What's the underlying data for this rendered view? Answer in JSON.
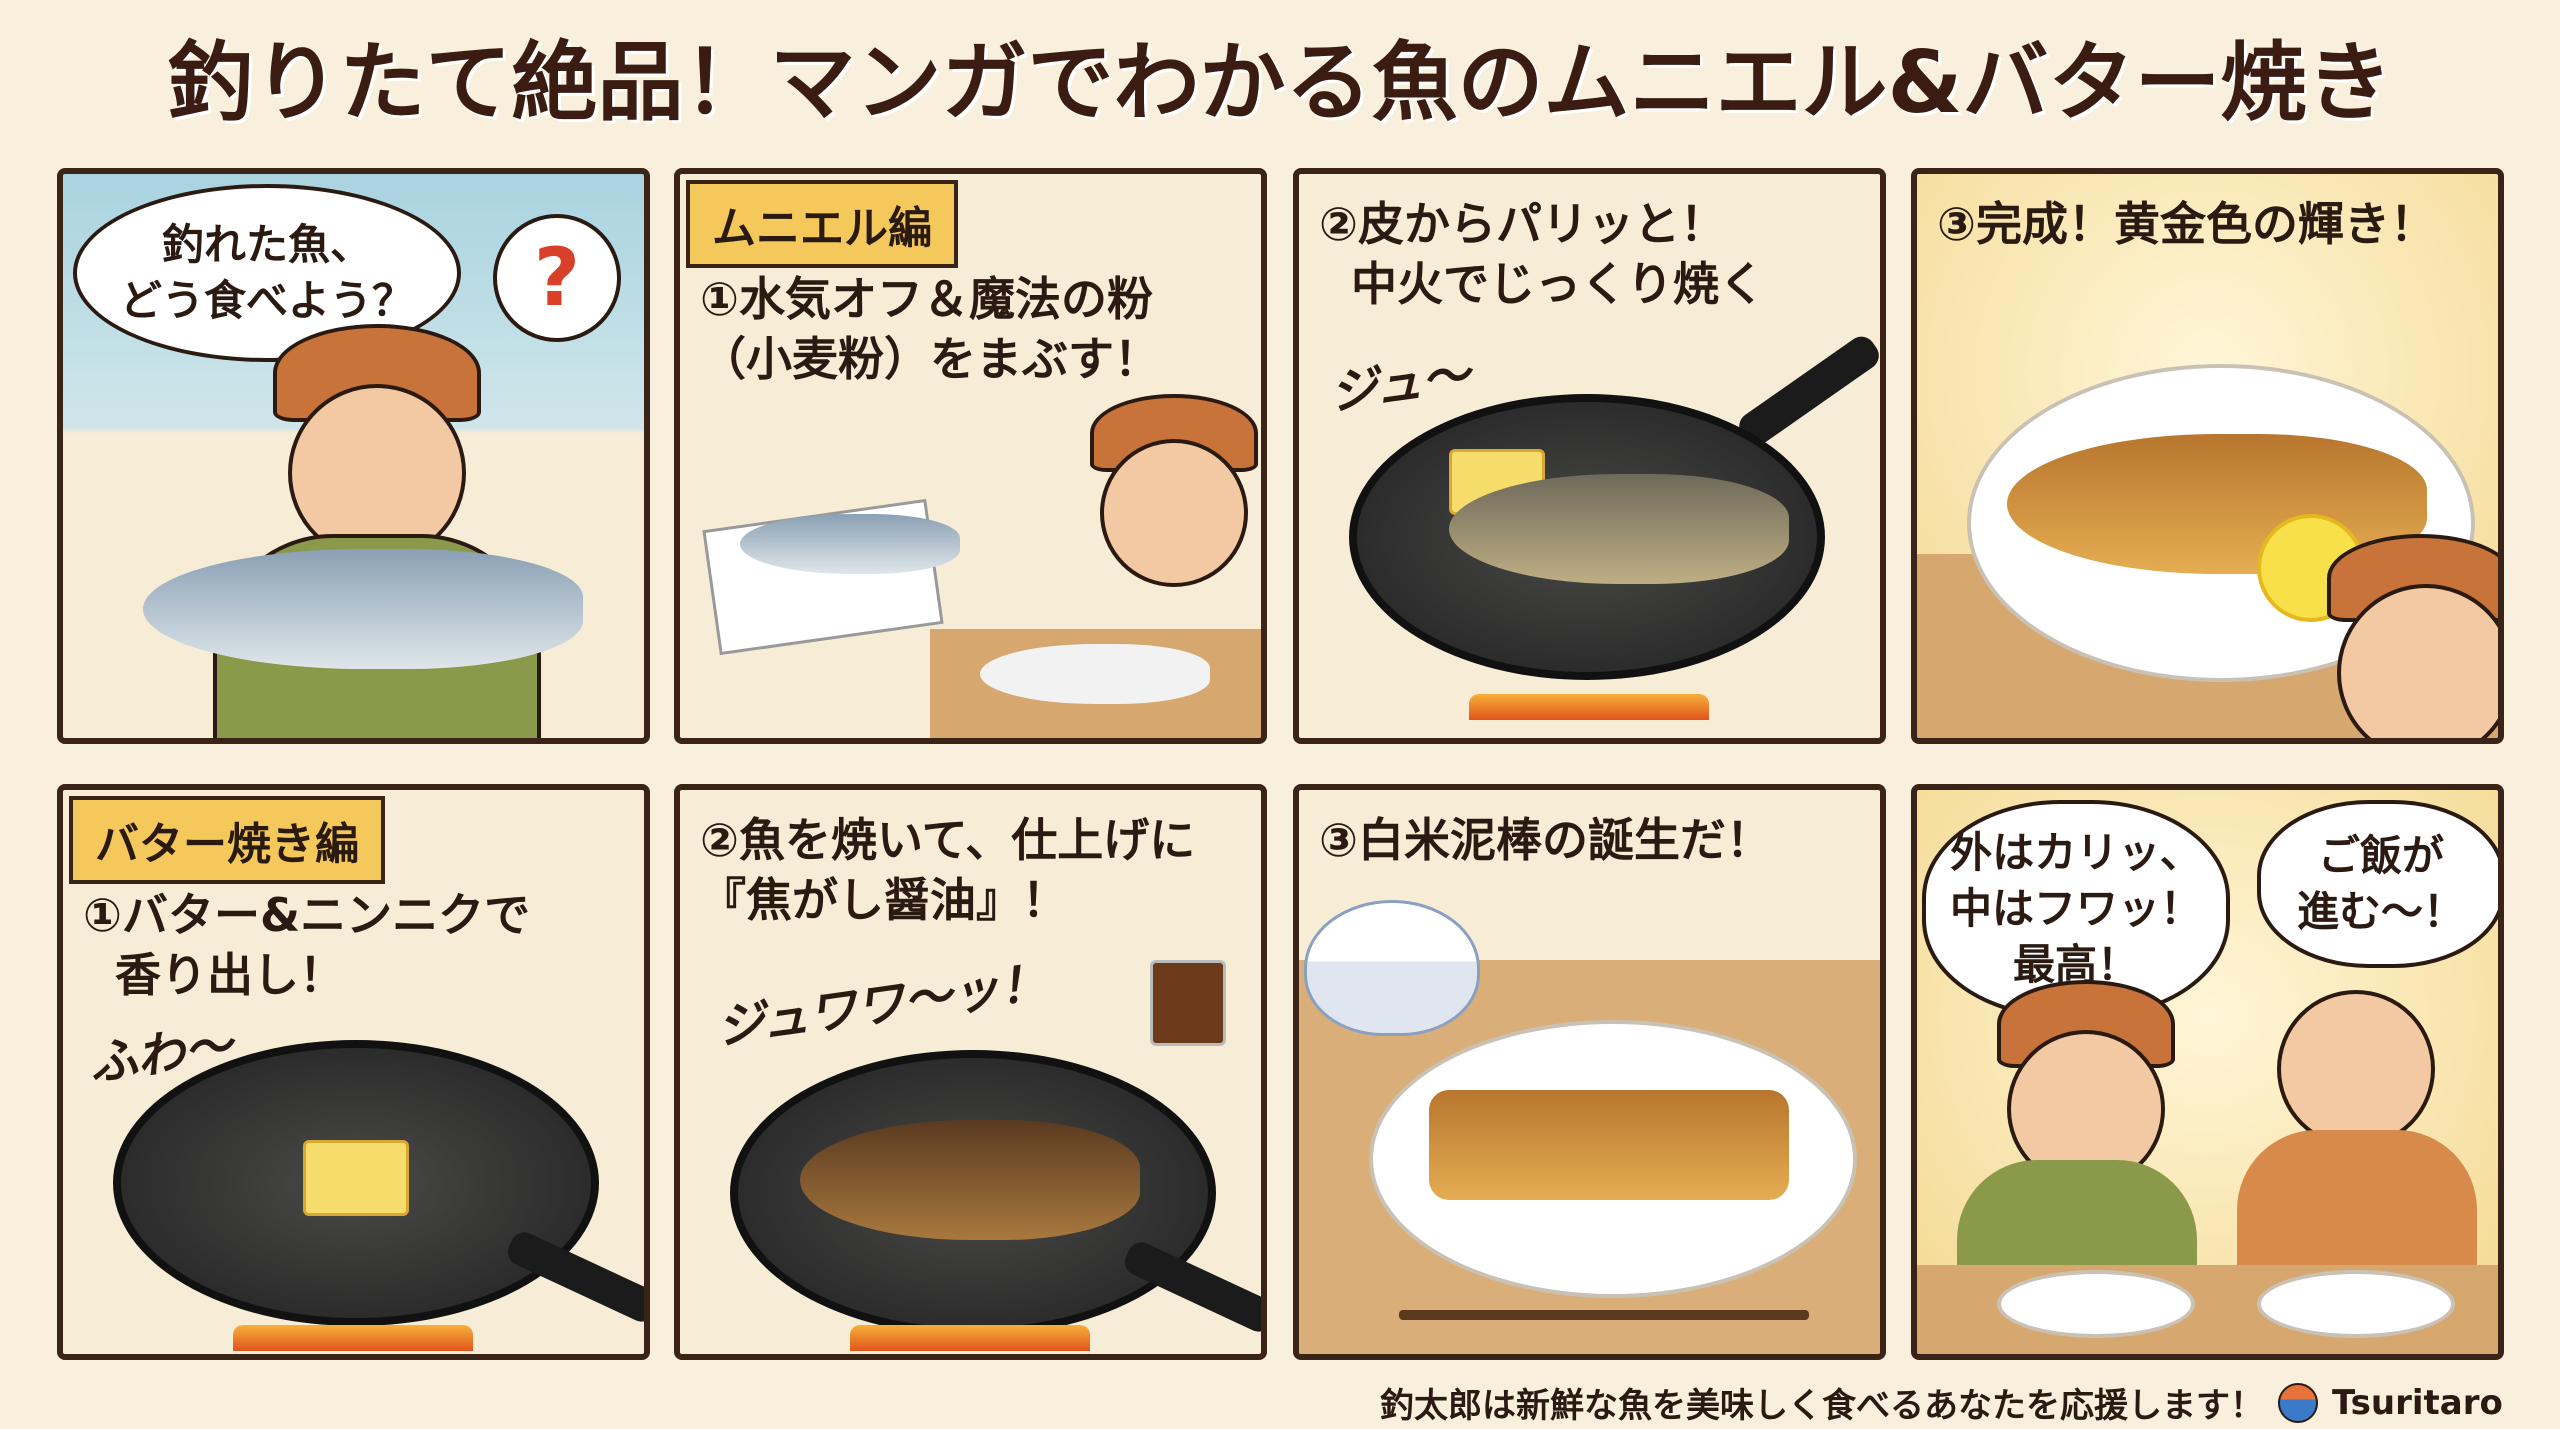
{
  "title": "釣りたて絶品！マンガでわかる魚のムニエル&バター焼き",
  "panels": [
    {
      "bubble": "釣れた魚、\nどう食べよう？",
      "question": "?"
    },
    {
      "tag": "ムニエル編",
      "caption": "①水気オフ＆魔法の粉\n（小麦粉）をまぶす！"
    },
    {
      "caption": "②皮からパリッと！\n  中火でじっくり焼く",
      "sfx": "ジュ〜"
    },
    {
      "caption": "③完成！黄金色の輝き！"
    },
    {
      "tag": "バター焼き編",
      "caption": "①バター&ニンニクで\n  香り出し！",
      "sfx": "ふわ〜"
    },
    {
      "caption": "②魚を焼いて、仕上げに\n『焦がし醤油』！",
      "sfx": "ジュワワ〜ッ！"
    },
    {
      "caption": "③白米泥棒の誕生だ！"
    },
    {
      "bubble_left": "外はカリッ、\n中はフワッ！\n最高！",
      "bubble_right": "ご飯が\n進む〜！"
    }
  ],
  "footer": {
    "text": "釣太郎は新鮮な魚を美味しく食べるあなたを応援します！",
    "brand": "Tsuritaro"
  }
}
